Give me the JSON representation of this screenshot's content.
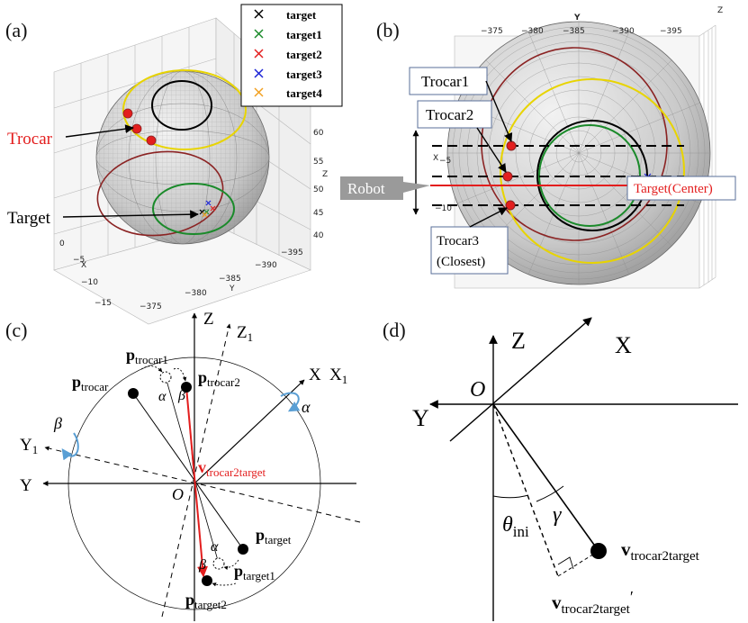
{
  "panels": {
    "a": "(a)",
    "b": "(b)",
    "c": "(c)",
    "d": "(d)"
  },
  "colors": {
    "red": "#e31e1e",
    "darkred": "#8b2323",
    "yellow": "#e8d400",
    "green": "#1a8a2a",
    "blue": "#1a23d6",
    "orange": "#f2a020",
    "black": "#000000",
    "robotBox": "#9a9a9a",
    "rotationArrow": "#5a9fd4"
  },
  "legend": {
    "items": [
      {
        "label": "target",
        "color": "#000000"
      },
      {
        "label": "target1",
        "color": "#1a8a2a"
      },
      {
        "label": "target2",
        "color": "#e31e1e"
      },
      {
        "label": "target3",
        "color": "#1a23d6"
      },
      {
        "label": "target4",
        "color": "#f2a020"
      }
    ]
  },
  "panelA": {
    "trocar": "Trocar",
    "target": "Target",
    "zTicks": [
      "60",
      "55",
      "50",
      "45",
      "40"
    ],
    "zAxis": "Z",
    "xTicks": [
      "0",
      "−5",
      "−10",
      "−15"
    ],
    "xAxis": "X",
    "yTicks": [
      "−375",
      "−380",
      "−385",
      "−390",
      "−395"
    ],
    "yAxis": "Y"
  },
  "panelB": {
    "trocar1": "Trocar1",
    "trocar2": "Trocar2",
    "trocar3": "Trocar3",
    "closest": "(Closest)",
    "robot": "Robot",
    "targetCenter": "Target(Center)",
    "yAxis": "Y",
    "yTicks": [
      "−375",
      "−380",
      "−385",
      "−390",
      "−395"
    ],
    "xAxis": "X",
    "xTickA": "−5",
    "xTickB": "−10",
    "zLetters": "Z"
  },
  "panelC": {
    "Z": "Z",
    "Z1": "Z",
    "Z1sub": "1",
    "X": "X",
    "X1": "X",
    "X1sub": "1",
    "Y": "Y",
    "Y1": "Y",
    "Y1sub": "1",
    "O": "O",
    "alpha": "α",
    "beta": "β",
    "p": "p",
    "trocar": "trocar",
    "trocar1": "trocar1",
    "trocar2": "trocar2",
    "target": "target",
    "target1": "target1",
    "target2": "target2",
    "v": "v",
    "trocar2target": "trocar2target"
  },
  "panelD": {
    "Z": "Z",
    "X": "X",
    "Y": "Y",
    "O": "O",
    "theta": "θ",
    "ini": "ini",
    "gamma": "γ",
    "v": "v",
    "trocar2target": "trocar2target",
    "prime": "′"
  }
}
